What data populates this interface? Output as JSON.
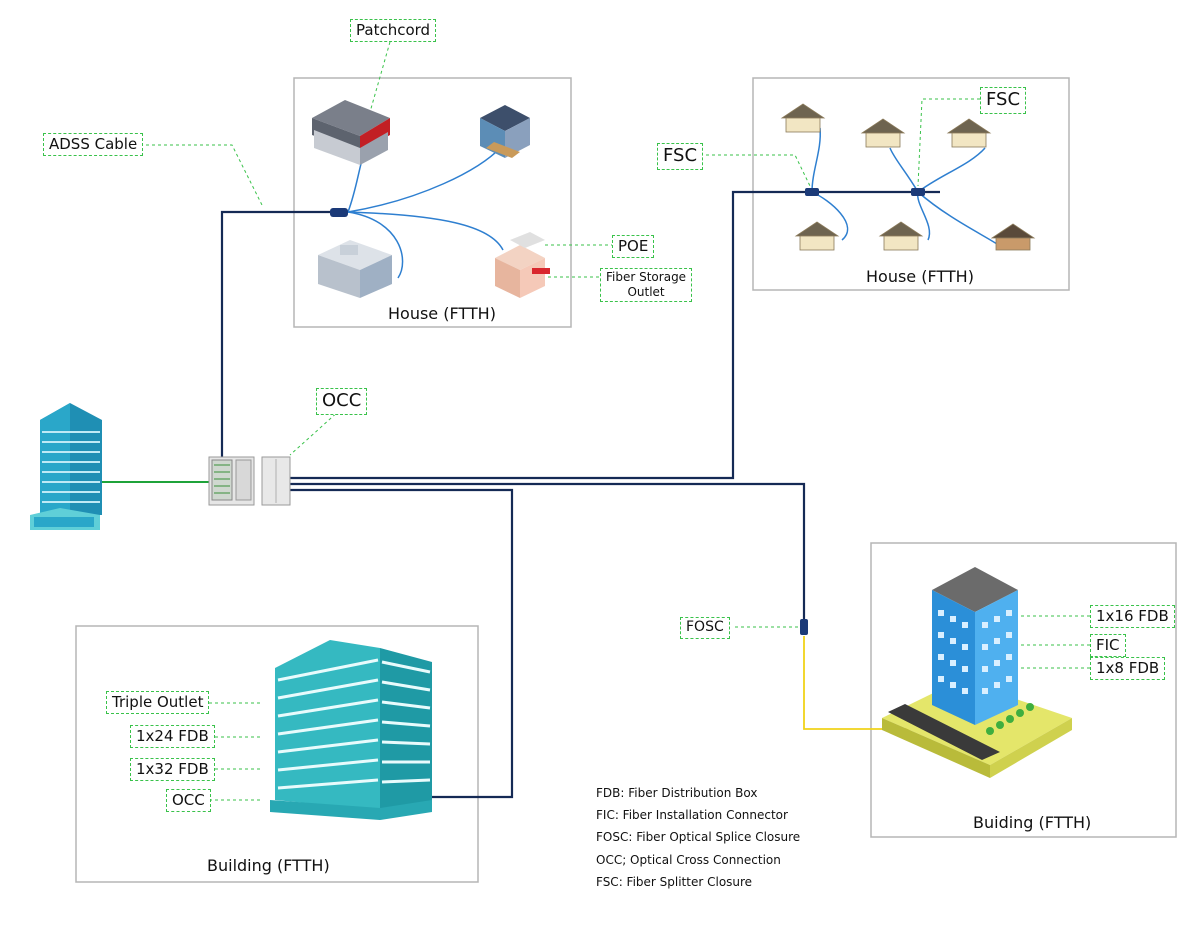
{
  "captions": {
    "house_top": "House (FTTH)",
    "house_right": "House (FTTH)",
    "building_left": "Building (FTTH)",
    "building_right": "Buiding (FTTH)"
  },
  "labels": {
    "patchcord": "Patchcord",
    "adss_cable": "ADSS Cable",
    "poe": "POE",
    "fiber_storage_line1": "Fiber Storage",
    "fiber_storage_line2": "Outlet",
    "occ_top": "OCC",
    "fsc_left": "FSC",
    "fsc_right": "FSC",
    "fosc": "FOSC",
    "fdb_1x16": "1x16 FDB",
    "fic": "FIC",
    "fdb_1x8": "1x8 FDB",
    "triple_outlet": "Triple Outlet",
    "fdb_1x24": "1x24 FDB",
    "fdb_1x32": "1x32 FDB",
    "occ_building": "OCC"
  },
  "legend": [
    "FDB:  Fiber Distribution Box",
    "FIC:  Fiber Installation Connector",
    "FOSC: Fiber Optical Splice Closure",
    "OCC; Optical Cross Connection",
    "FSC: Fiber Splitter Closure"
  ],
  "colors": {
    "trunk": "#152a55",
    "drop": "#2e7fd0",
    "green_link": "#1fa33a",
    "yellow_link": "#f0d31a",
    "label_border": "#39c24a",
    "panel_border": "#b5b5b5"
  }
}
